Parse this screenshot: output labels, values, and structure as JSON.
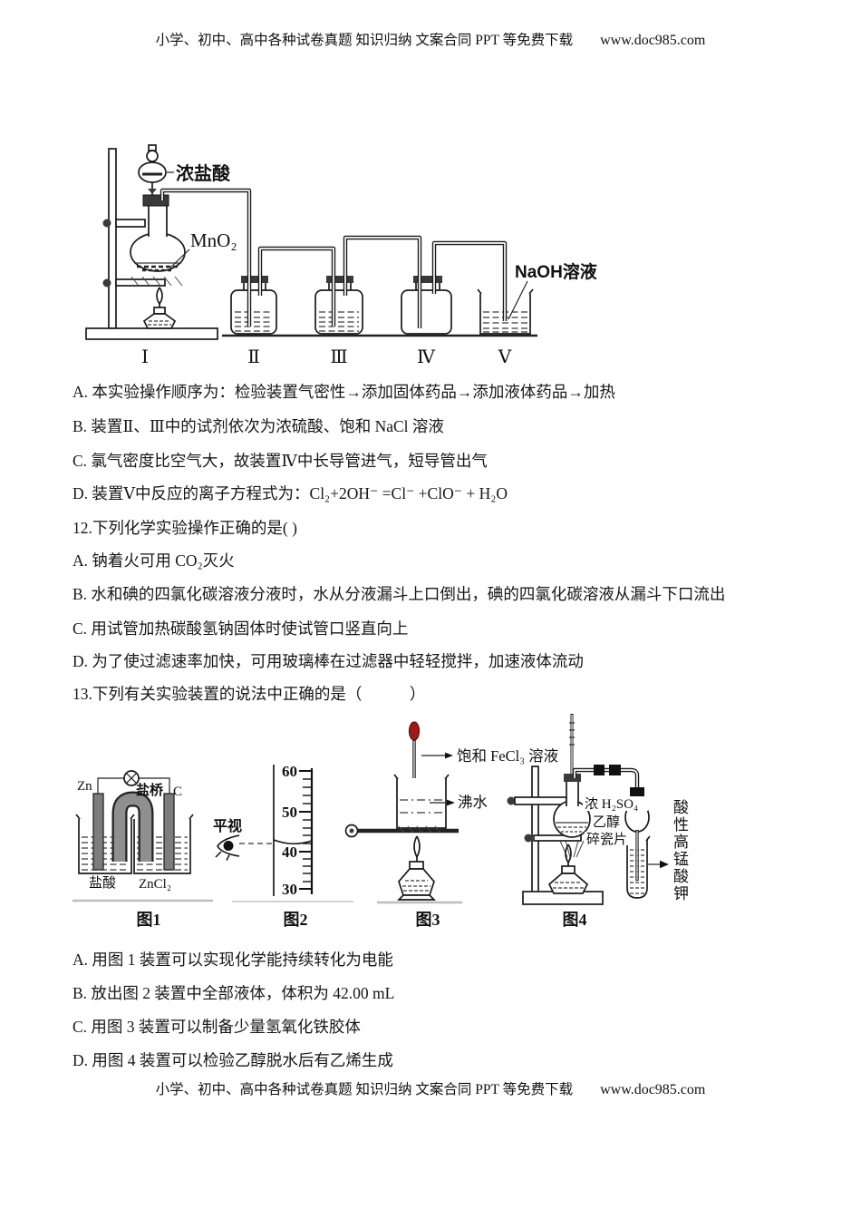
{
  "header": {
    "text": "小学、初中、高中各种试卷真题 知识归纳 文案合同 PPT 等免费下载",
    "url": "www.doc985.com"
  },
  "footer": {
    "text": "小学、初中、高中各种试卷真题 知识归纳 文案合同 PPT 等免费下载",
    "url": "www.doc985.com"
  },
  "q11": {
    "diagram": {
      "funnel_label": "浓盐酸",
      "flask_label": "MnO₂",
      "beaker_label": "NaOH溶液",
      "units": [
        "Ⅰ",
        "Ⅱ",
        "Ⅲ",
        "Ⅳ",
        "Ⅴ"
      ]
    },
    "options": [
      "A. 本实验操作顺序为：检验装置气密性→添加固体药品→添加液体药品→加热",
      "B. 装置Ⅱ、Ⅲ中的试剂依次为浓硫酸、饱和 NaCl 溶液",
      "C. 氯气密度比空气大，故装置Ⅳ中长导管进气，短导管出气",
      "D. 装置Ⅴ中反应的离子方程式为：Cl₂+2OH⁻ =Cl⁻ +ClO⁻ + H₂O"
    ]
  },
  "q12": {
    "stem": "12.下列化学实验操作正确的是( )",
    "options": [
      "A. 钠着火可用 CO₂灭火",
      "B. 水和碘的四氯化碳溶液分液时，水从分液漏斗上口倒出，碘的四氯化碳溶液从漏斗下口流出",
      "C. 用试管加热碳酸氢钠固体时使试管口竖直向上",
      "D. 为了使过滤速率加快，可用玻璃棒在过滤器中轻轻搅拌，加速液体流动"
    ]
  },
  "q13": {
    "stem": "13.下列有关实验装置的说法中正确的是（　　　）",
    "figures": {
      "fig1": {
        "caption": "图1",
        "electrode_left": "Zn",
        "electrode_right": "C",
        "bridge": "盐桥",
        "left_solution": "盐酸",
        "right_solution": "ZnCl₂"
      },
      "fig2": {
        "caption": "图2",
        "view_label": "平视",
        "ticks": [
          "60",
          "50",
          "40",
          "30"
        ]
      },
      "fig3": {
        "caption": "图3",
        "dropper_label": "饱和 FeCl₃ 溶液",
        "beaker_label": "沸水"
      },
      "fig4": {
        "caption": "图4",
        "flask_label_1": "浓 H₂SO₄",
        "flask_label_2": "乙醇",
        "flask_label_3": "碎瓷片",
        "tube_label": "酸性高锰酸钾"
      }
    },
    "options": [
      "A. 用图 1 装置可以实现化学能持续转化为电能",
      "B. 放出图 2 装置中全部液体，体积为 42.00 mL",
      "C. 用图 3 装置可以制备少量氢氧化铁胶体",
      "D. 用图 4 装置可以检验乙醇脱水后有乙烯生成"
    ]
  }
}
